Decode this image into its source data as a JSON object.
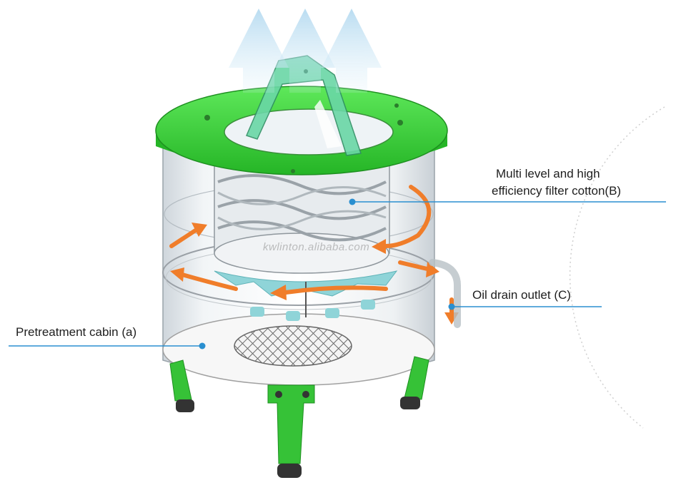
{
  "labels": {
    "filter_line1": "Multi level and high",
    "filter_line2": "efficiency filter cotton(B)",
    "oil_drain": "Oil drain outlet (C)",
    "pretreatment": "Pretreatment cabin (a)"
  },
  "watermark": "kwlinton.alibaba.com",
  "colors": {
    "frame_green": "#3bd93b",
    "flow_orange": "#f07d2a",
    "air_blue": "#b9dcef",
    "leader_line": "#2a8fd0",
    "filter_teal": "#8fd4d8"
  }
}
